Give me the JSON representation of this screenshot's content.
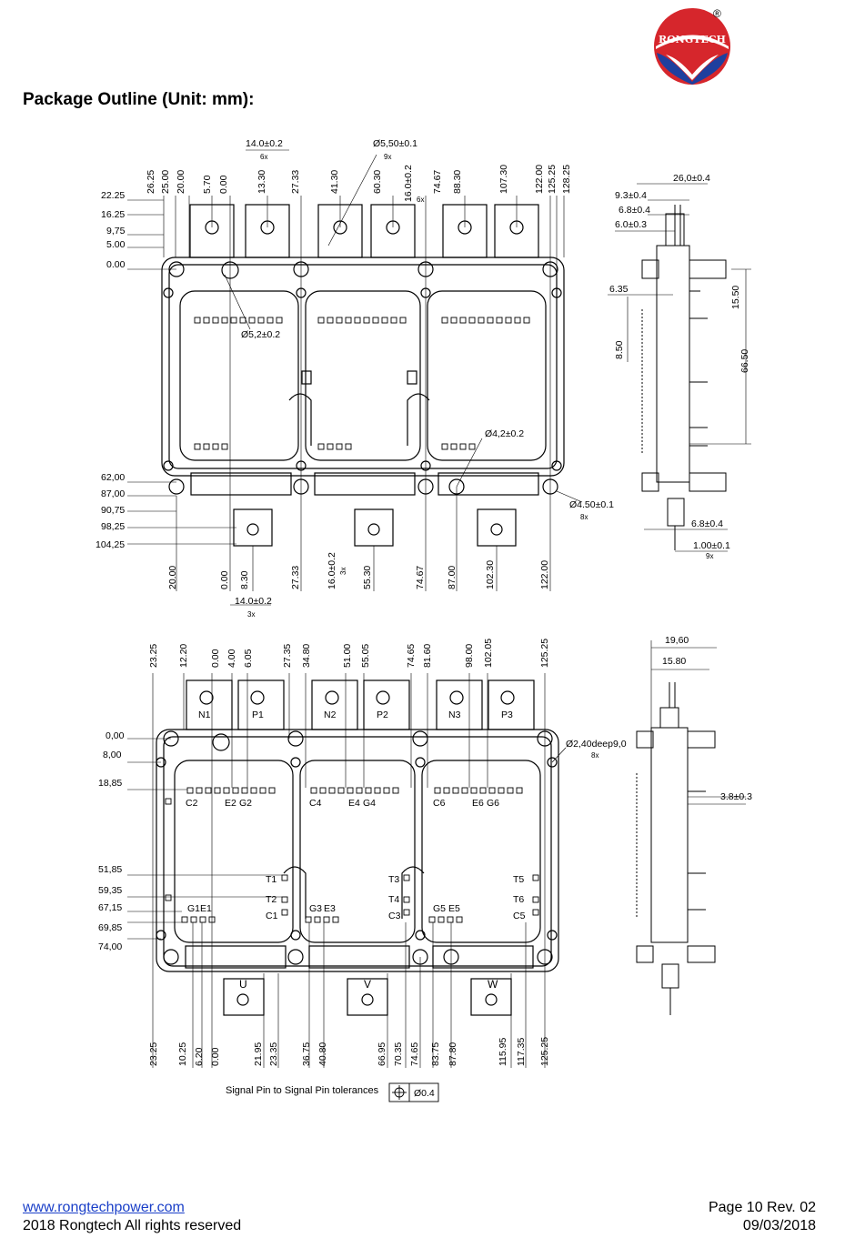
{
  "logo": {
    "brand": "RONGTECH",
    "registered": "®"
  },
  "title": "Package Outline (Unit: mm):",
  "top_view": {
    "top_dims": [
      "26.25",
      "25.00",
      "20.00",
      "5.70",
      "0.00",
      "13.30",
      "27.33",
      "41.30",
      "60.30",
      "16.0±0.2",
      "74.67",
      "88.30",
      "107.30",
      "122.00",
      "125.25",
      "128.25"
    ],
    "callouts": [
      "14.0±0.2",
      "6x",
      "Ø5,50±0.1",
      "9x",
      "6x"
    ],
    "left_dims": [
      "22.25",
      "16.25",
      "9,75",
      "5.00",
      "0.00"
    ],
    "left_dims_lower": [
      "62,00",
      "87,00",
      "90,75",
      "98,25",
      "104,25"
    ],
    "hole_labels": [
      "Ø5,2±0.2",
      "Ø4,2±0.2",
      "Ø4.50±0.1",
      "8x"
    ],
    "bottom_dims": [
      "20.00",
      "0.00",
      "8.30",
      "27.33",
      "16.0±0.2",
      "3x",
      "55.30",
      "74.67",
      "87.00",
      "102.30",
      "122.00"
    ],
    "bottom_callout": [
      "14.0±0.2",
      "3x"
    ]
  },
  "side_view_1": {
    "dims": [
      "26,0±0.4",
      "9.3±0.4",
      "6.8±0.4",
      "6.0±0.3",
      "6.35",
      "15.50",
      "8.50",
      "66.50",
      "6.8±0.4",
      "1.00±0.1",
      "9x"
    ]
  },
  "pin_view": {
    "top_dims": [
      "23.25",
      "12.20",
      "0.00",
      "4.00",
      "6.05",
      "27.35",
      "34.80",
      "51.00",
      "55.05",
      "74.65",
      "81.60",
      "98.00",
      "102.05",
      "125.25"
    ],
    "left_dims": [
      "0,00",
      "8,00",
      "18,85",
      "51,85",
      "59,35",
      "67,15",
      "69,85",
      "74,00"
    ],
    "pins_top": [
      "N1",
      "P1",
      "N2",
      "P2",
      "N3",
      "P3"
    ],
    "signal_labels": [
      "C2",
      "E2",
      "G2",
      "C4",
      "E4",
      "G4",
      "C6",
      "E6",
      "G6"
    ],
    "thermistor_labels": [
      "T1",
      "T2",
      "C1",
      "G3",
      "E3",
      "T3",
      "T4",
      "C3",
      "G5",
      "E5",
      "T5",
      "T6",
      "C5",
      "G1",
      "E1"
    ],
    "phase_labels": [
      "U",
      "V",
      "W"
    ],
    "hole_note": [
      "Ø2,40deep9,0",
      "8x"
    ],
    "bottom_dims": [
      "23.25",
      "10.25",
      "6.20",
      "0.00",
      "21.95",
      "23.35",
      "36.75",
      "40.80",
      "66.95",
      "70.35",
      "74.65",
      "83.75",
      "87.80",
      "115.95",
      "117.35",
      "125.25"
    ]
  },
  "side_view_2": {
    "dims": [
      "19,60",
      "15.80",
      "3.8±0.3"
    ]
  },
  "tolerance_note": {
    "text": "Signal Pin to Signal Pin tolerances",
    "symbol": "Ø0.4"
  },
  "footer": {
    "website": "www.rongtechpower.com",
    "copyright": "2018 Rongtech All rights reserved",
    "page": "Page 10  Rev. 02",
    "date": "09/03/2018"
  }
}
